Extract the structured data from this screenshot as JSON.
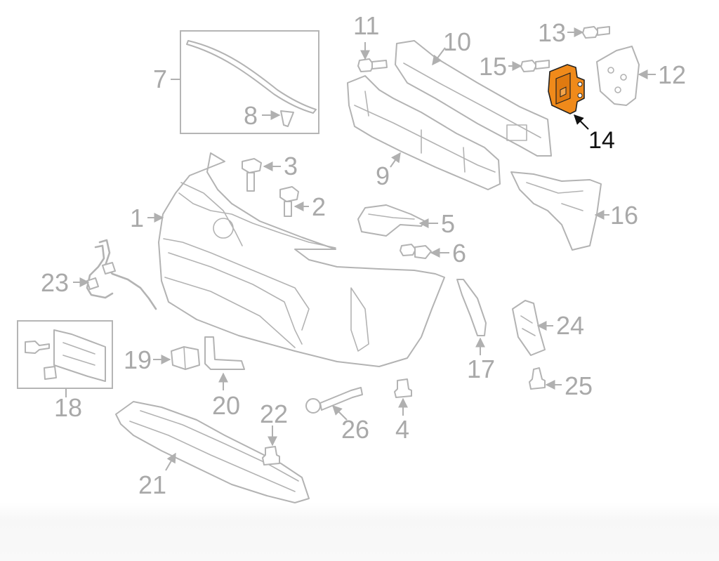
{
  "colors": {
    "line": "#b3b3b3",
    "callout_text": "#a9a9a9",
    "highlight_fill": "#f08a1a",
    "highlight_text": "#111111"
  },
  "highlighted_part": "14",
  "callouts": [
    {
      "id": "1",
      "label": "1"
    },
    {
      "id": "2",
      "label": "2"
    },
    {
      "id": "3",
      "label": "3"
    },
    {
      "id": "4",
      "label": "4"
    },
    {
      "id": "5",
      "label": "5"
    },
    {
      "id": "6",
      "label": "6"
    },
    {
      "id": "7",
      "label": "7"
    },
    {
      "id": "8",
      "label": "8"
    },
    {
      "id": "9",
      "label": "9"
    },
    {
      "id": "10",
      "label": "10"
    },
    {
      "id": "11",
      "label": "11"
    },
    {
      "id": "12",
      "label": "12"
    },
    {
      "id": "13",
      "label": "13"
    },
    {
      "id": "14",
      "label": "14"
    },
    {
      "id": "15",
      "label": "15"
    },
    {
      "id": "16",
      "label": "16"
    },
    {
      "id": "17",
      "label": "17"
    },
    {
      "id": "18",
      "label": "18"
    },
    {
      "id": "19",
      "label": "19"
    },
    {
      "id": "20",
      "label": "20"
    },
    {
      "id": "21",
      "label": "21"
    },
    {
      "id": "22",
      "label": "22"
    },
    {
      "id": "23",
      "label": "23"
    },
    {
      "id": "24",
      "label": "24"
    },
    {
      "id": "25",
      "label": "25"
    },
    {
      "id": "26",
      "label": "26"
    }
  ]
}
